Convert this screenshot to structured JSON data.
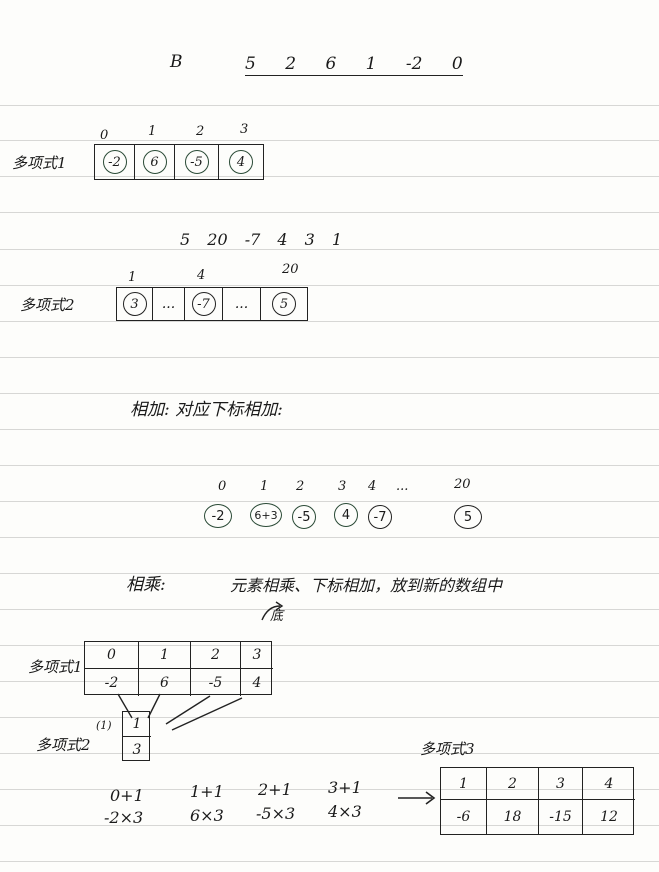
{
  "header": {
    "prefix": "B",
    "text": "5 2 6 1 -2 0"
  },
  "section1": {
    "label": "多项式1",
    "indices": [
      "0",
      "1",
      "2",
      "3"
    ],
    "cells": [
      "-2",
      "6",
      "-5",
      "4"
    ]
  },
  "section2": {
    "sequence": "5  20  -7  4  3  1",
    "label": "多项式2",
    "indices": [
      "1",
      "4",
      "20"
    ],
    "cells": [
      "3",
      "...",
      "-7",
      "...",
      "5"
    ]
  },
  "addition": {
    "title": "相加: 对应下标相加:",
    "indices": [
      "0",
      "1",
      "2",
      "3",
      "4",
      "...",
      "20"
    ],
    "values": [
      "-2",
      "6+3",
      "-5",
      "4",
      "-7",
      "5"
    ]
  },
  "multiplication": {
    "title": "相乘:",
    "description": "元素相乘、下标相加，放到新的数组中",
    "note": "底",
    "poly1_label": "多项式1",
    "poly1_row1": [
      "0",
      "1",
      "2",
      "3"
    ],
    "poly1_row2": [
      "-2",
      "6",
      "-5",
      "4"
    ],
    "poly2_label": "多项式2",
    "poly2_mark": "(1)",
    "poly2_cells": [
      "1",
      "3"
    ],
    "sum_row": [
      "0+1",
      "1+1",
      "2+1",
      "3+1"
    ],
    "prod_row": [
      "-2×3",
      "6×3",
      "-5×3",
      "4×3"
    ],
    "poly3_label": "多项式3",
    "poly3_row1": [
      "1",
      "2",
      "3",
      "4"
    ],
    "poly3_row2": [
      "-6",
      "18",
      "-15",
      "12"
    ]
  }
}
